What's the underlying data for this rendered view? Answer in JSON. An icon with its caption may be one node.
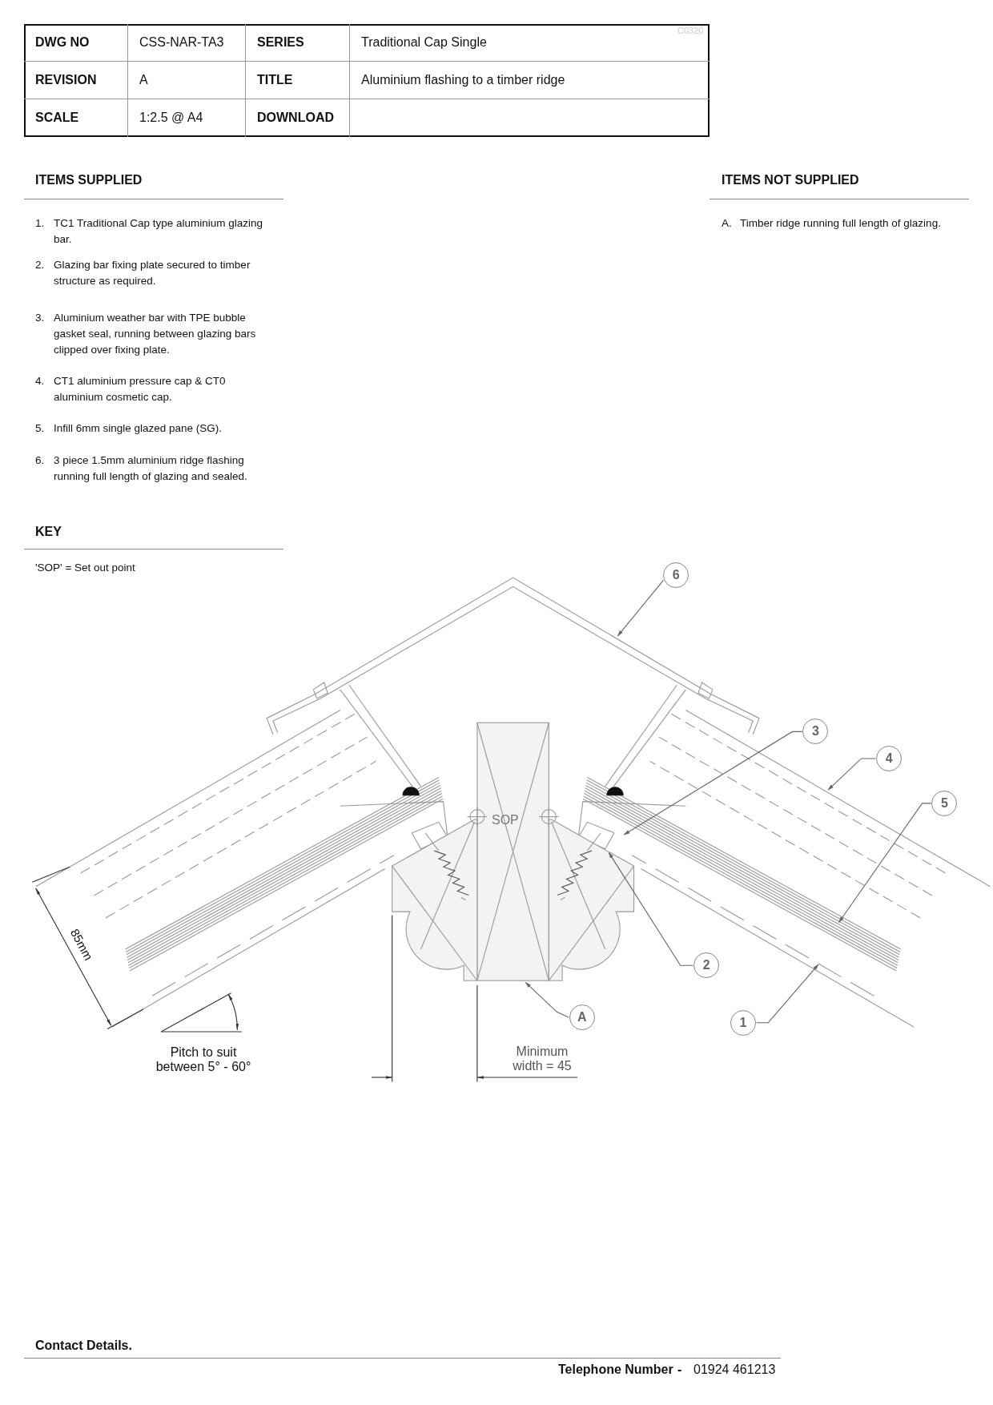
{
  "diagram": {
    "nodes": [
      {
        "text": [
          "6"
        ]
      },
      {
        "text": [
          "3"
        ]
      },
      {
        "text": [
          "4"
        ]
      },
      {
        "text": [
          "5"
        ]
      },
      {
        "text": [
          "2"
        ]
      },
      {
        "text": [
          "1"
        ]
      },
      {
        "text": [
          "A"
        ]
      }
    ],
    "edges": [
      {
        "from": 0,
        "to": null,
        "arrow": "to"
      },
      {
        "from": 1,
        "to": null,
        "arrow": "to"
      },
      {
        "from": 2,
        "to": null,
        "arrow": "to"
      },
      {
        "from": 3,
        "to": null,
        "arrow": "to"
      },
      {
        "from": 4,
        "to": null,
        "arrow": "to"
      },
      {
        "from": 5,
        "to": null,
        "arrow": "to"
      },
      {
        "from": 6,
        "to": null,
        "arrow": "to"
      }
    ],
    "labels": [
      "C0320",
      "DWG NO",
      "CSS-NAR-TA3",
      "SERIES",
      "Traditional Cap Single",
      "REVISION",
      "A",
      "TITLE",
      "Aluminium flashing to a timber ridge",
      "SCALE",
      "1:2.5 @ A4",
      "DOWNLOAD",
      "ITEMS SUPPLIED",
      "ITEMS NOT SUPPLIED",
      "1.",
      "TC1 Traditional Cap type aluminium glazing bar.",
      "2.",
      "Glazing bar fixing plate secured to timber structure as required.",
      "3.",
      "Aluminium weather bar with TPE bubble gasket seal, running between glazing bars clipped over fixing plate.",
      "4.",
      "CT1 aluminium pressure cap & CT0 aluminium cosmetic cap.",
      "5.",
      "Infill 6mm single glazed pane (SG).",
      "6.",
      "3 piece 1.5mm aluminium ridge flashing running full length of glazing and sealed.",
      "A.",
      "Timber ridge running full length of glazing.",
      "KEY",
      "'SOP' = Set out point",
      "SOP",
      "85mm",
      "Pitch to suit between 5° - 60°",
      "Minimum width = 45",
      "Contact Details.",
      "Telephone Number",
      "-",
      "01924 461213"
    ]
  }
}
